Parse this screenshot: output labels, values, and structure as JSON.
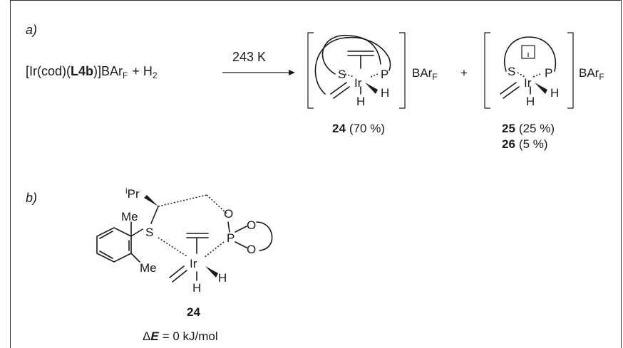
{
  "panel_a": {
    "label": "a)",
    "reactant_prefix": "[Ir(cod)(",
    "reactant_ligand": "L4b",
    "reactant_suffix": ")]BAr",
    "reactant_sub": "F",
    "plus_h2": "+ H",
    "h2_sub": "2",
    "condition": "243 K",
    "product1": {
      "atoms": {
        "s": "S",
        "p": "P",
        "ir": "Ir",
        "h1": "H",
        "h2": "H"
      },
      "counterion": "BAr",
      "counterion_sub": "F",
      "compound": "24",
      "yield": "(70 %)"
    },
    "plus": "+",
    "product2": {
      "atoms": {
        "s": "S",
        "p": "P",
        "ir": "Ir",
        "h1": "H",
        "h2": "H"
      },
      "counterion": "BAr",
      "counterion_sub": "F",
      "compound_a": "25",
      "yield_a": "(25 %)",
      "compound_b": "26",
      "yield_b": "(5 %)"
    }
  },
  "panel_b": {
    "label": "b)",
    "atoms": {
      "ipr_sup": "i",
      "ipr": "Pr",
      "me_top": "Me",
      "me_bottom": "Me",
      "s": "S",
      "p": "P",
      "o1": "O",
      "o2": "O",
      "o3": "O",
      "ir": "Ir",
      "h_right": "H",
      "h_bottom": "H"
    },
    "compound": "24",
    "energy_symbol": "ΔE",
    "energy_delta": "Δ",
    "energy_e": "E",
    "energy_value": "= 0 kJ/mol"
  }
}
